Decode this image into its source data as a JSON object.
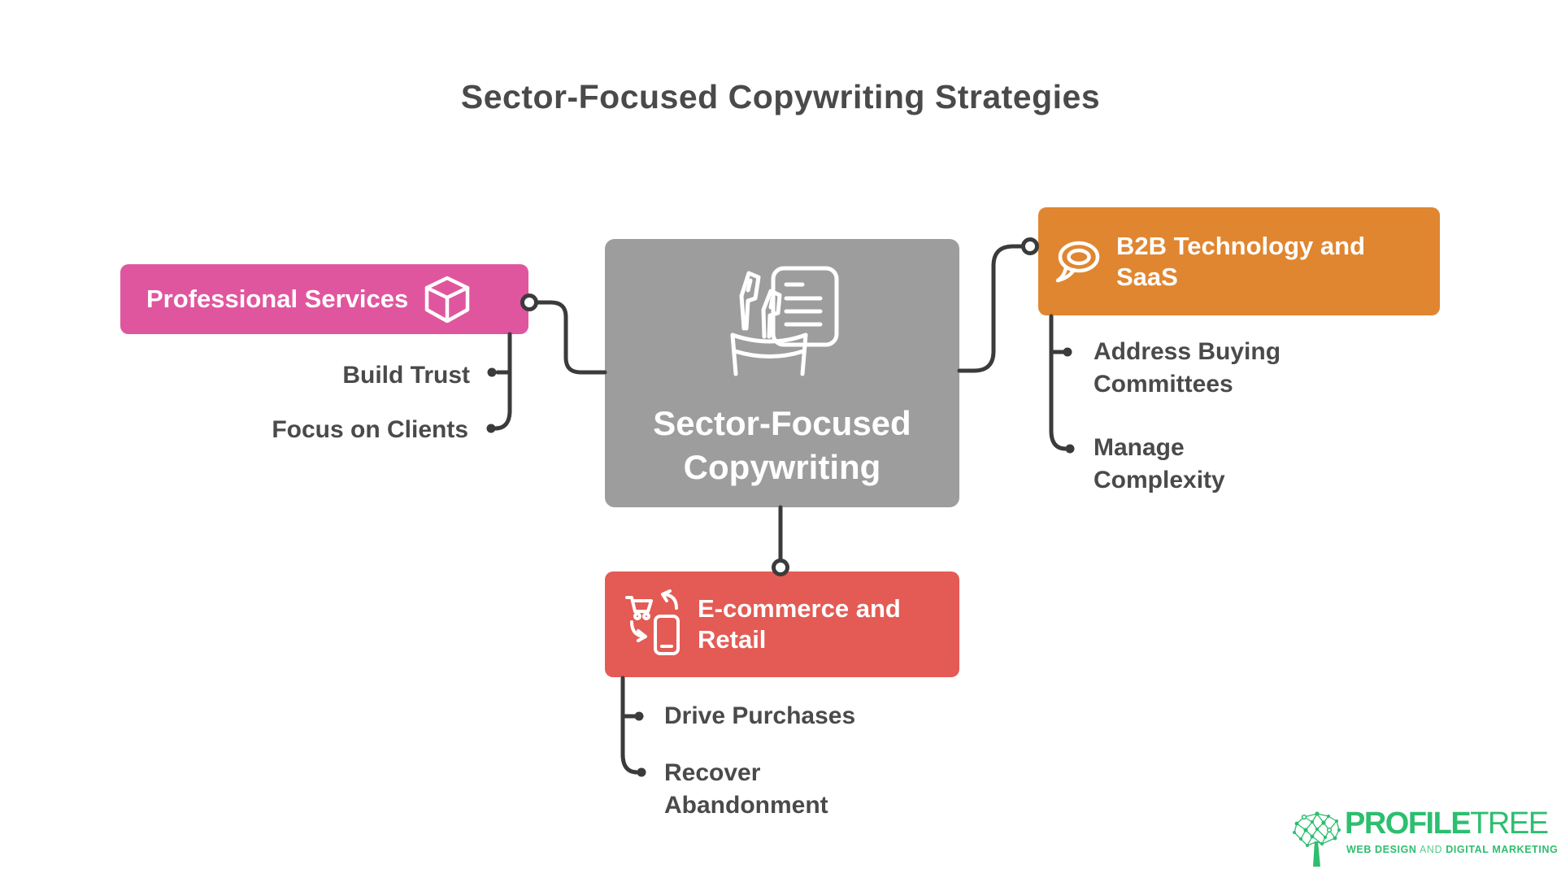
{
  "title": "Sector-Focused Copywriting Strategies",
  "colors": {
    "center": "#9d9d9d",
    "professional_services": "#e0569e",
    "b2b": "#e08630",
    "ecommerce": "#e35b54",
    "connector": "#3b3b3b",
    "text": "#4a4a4a",
    "logo_green": "#2dbe70"
  },
  "center_node": {
    "label": "Sector-Focused Copywriting",
    "icon": "pens-and-document-icon"
  },
  "branches": {
    "professional_services": {
      "label": "Professional Services",
      "icon": "cube-icon",
      "children": [
        "Build Trust",
        "Focus on Clients"
      ]
    },
    "b2b": {
      "label": "B2B Technology and SaaS",
      "icon": "speech-bubble-icon",
      "children": [
        "Address Buying Committees",
        "Manage Complexity"
      ]
    },
    "ecommerce": {
      "label": "E-commerce and Retail",
      "icon": "cart-and-phone-swap-icon",
      "children": [
        "Drive Purchases",
        "Recover Abandonment"
      ]
    }
  },
  "logo": {
    "brand_primary": "PROFILE",
    "brand_secondary": "TREE",
    "tagline_lead": "WEB DESIGN",
    "tagline_conjunction": "AND",
    "tagline_tail": "DIGITAL MARKETING"
  }
}
